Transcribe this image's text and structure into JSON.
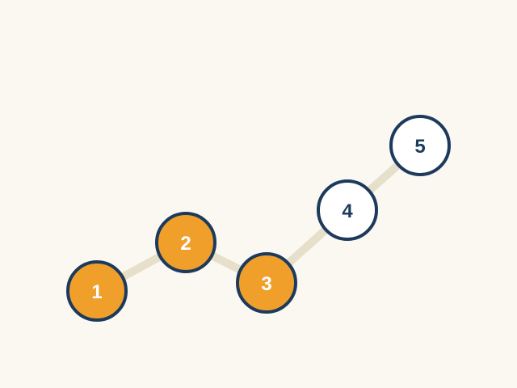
{
  "colors": {
    "background": "#fbf8f2",
    "path": "#e6dfc9",
    "outline": "#1d3a5c",
    "completed_fill": "#f0a02a",
    "completed_text": "#ffffff",
    "locked_fill": "#ffffff",
    "locked_text": "#1d3a5c"
  },
  "levels": [
    {
      "label": "1",
      "state": "completed"
    },
    {
      "label": "2",
      "state": "completed"
    },
    {
      "label": "3",
      "state": "completed"
    },
    {
      "label": "4",
      "state": "locked"
    },
    {
      "label": "5",
      "state": "locked"
    }
  ]
}
